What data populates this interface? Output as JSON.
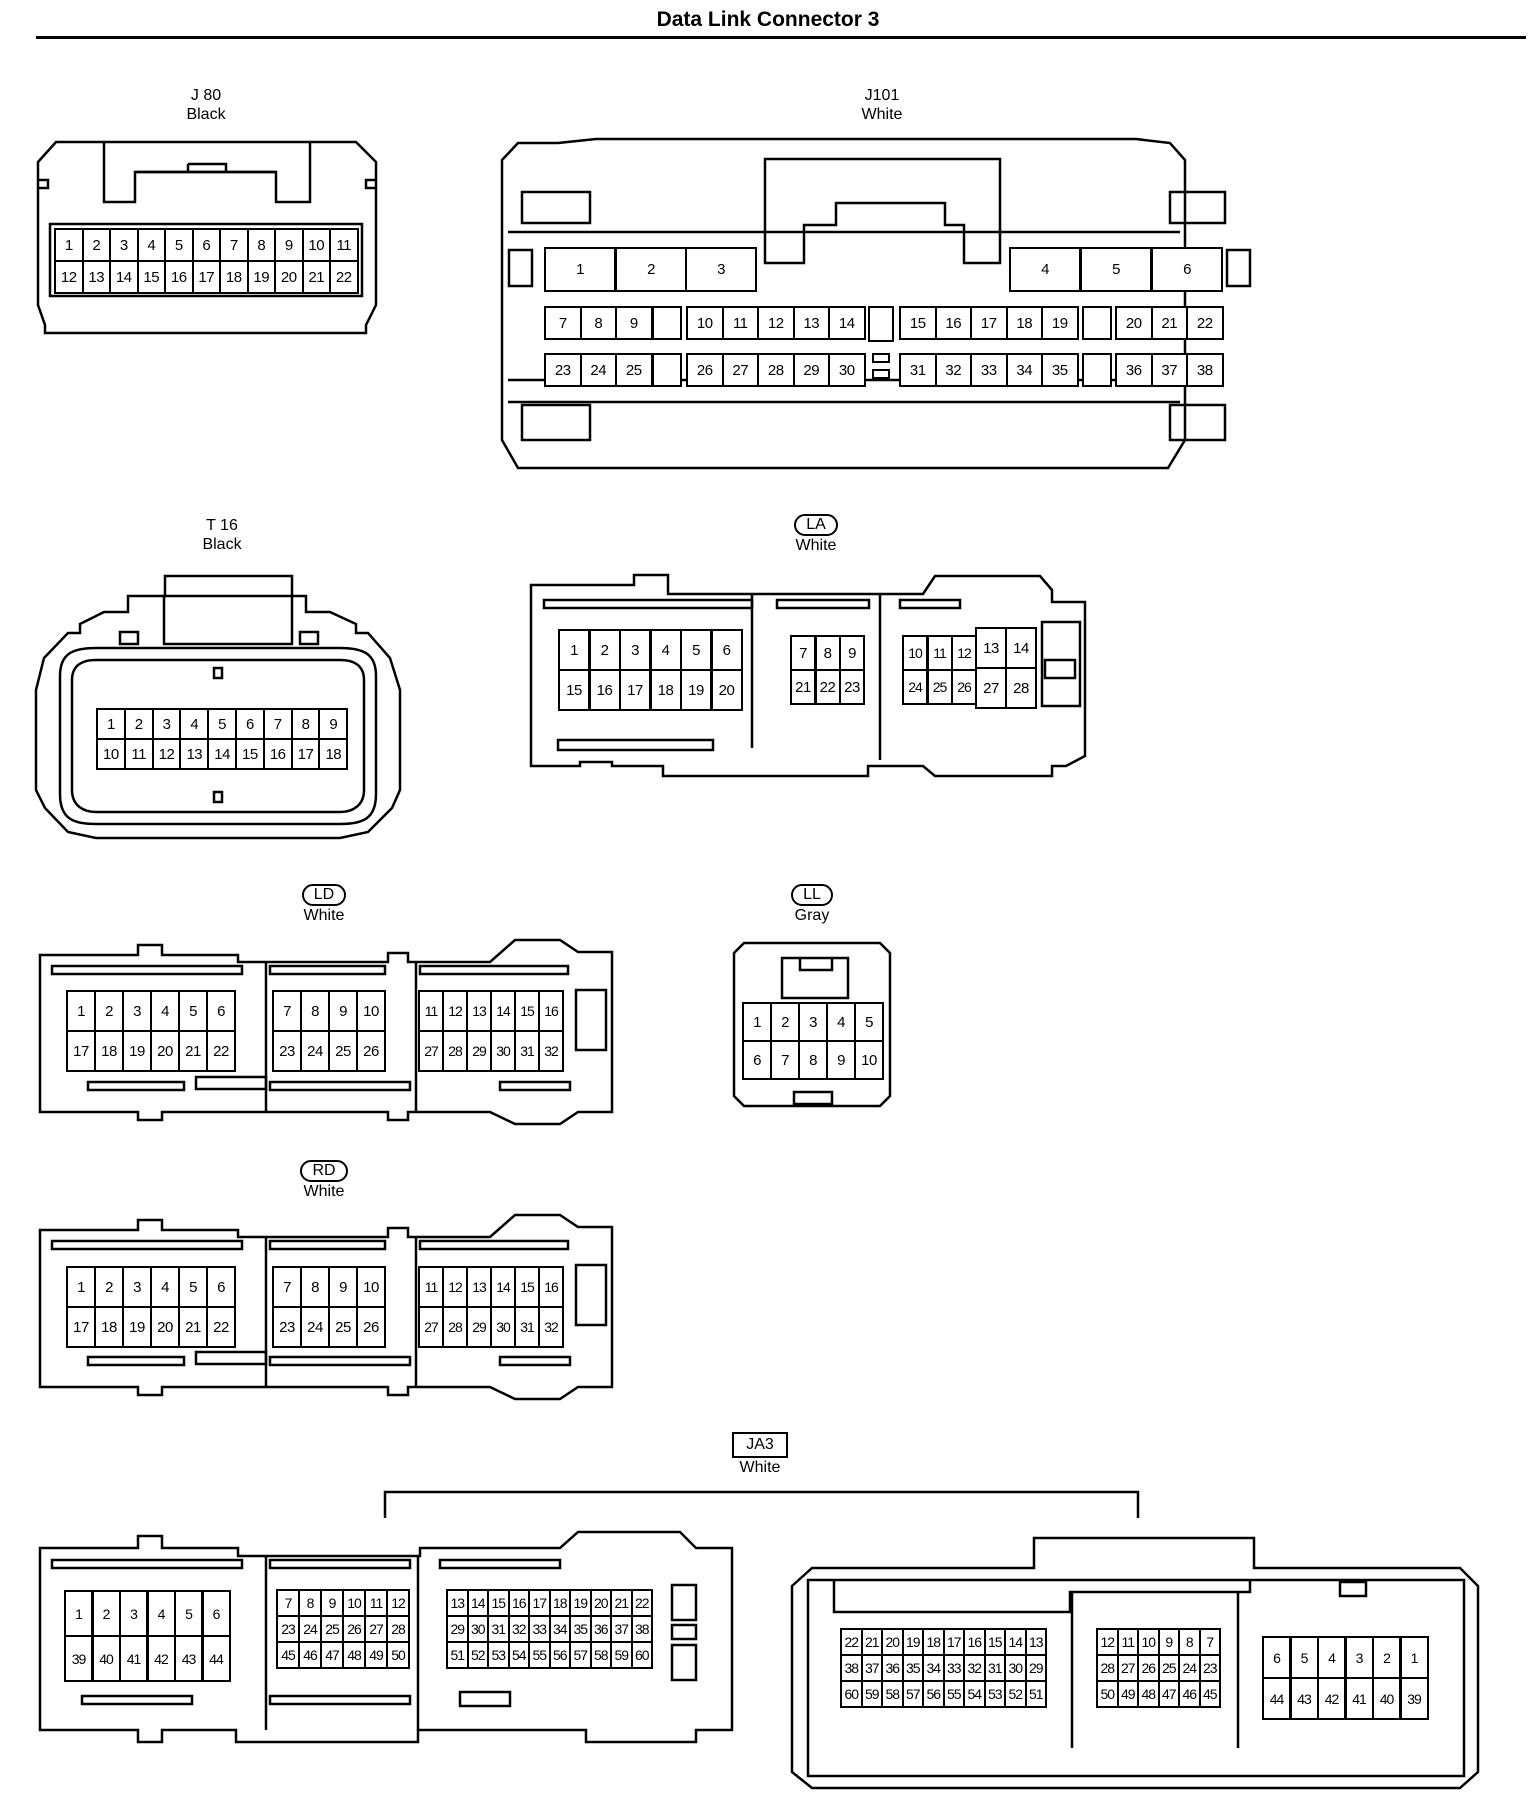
{
  "title": "Data Link Connector 3",
  "connectors": {
    "j80": {
      "code": "J 80",
      "color": "Black"
    },
    "j101": {
      "code": "J101",
      "color": "White"
    },
    "t16": {
      "code": "T 16",
      "color": "Black"
    },
    "la": {
      "code": "LA",
      "color": "White"
    },
    "ld": {
      "code": "LD",
      "color": "White"
    },
    "ll": {
      "code": "LL",
      "color": "Gray"
    },
    "rd": {
      "code": "RD",
      "color": "White"
    },
    "ja3": {
      "code": "JA3",
      "color": "White"
    }
  },
  "pins": {
    "j80": [
      "1",
      "2",
      "3",
      "4",
      "5",
      "6",
      "7",
      "8",
      "9",
      "10",
      "11",
      "12",
      "13",
      "14",
      "15",
      "16",
      "17",
      "18",
      "19",
      "20",
      "21",
      "22"
    ],
    "j101": [
      "1",
      "2",
      "3",
      "4",
      "5",
      "6",
      "7",
      "8",
      "9",
      "10",
      "11",
      "12",
      "13",
      "14",
      "15",
      "16",
      "17",
      "18",
      "19",
      "20",
      "21",
      "22",
      "23",
      "24",
      "25",
      "26",
      "27",
      "28",
      "29",
      "30",
      "31",
      "32",
      "33",
      "34",
      "35",
      "36",
      "37",
      "38"
    ],
    "t16": [
      "1",
      "2",
      "3",
      "4",
      "5",
      "6",
      "7",
      "8",
      "9",
      "10",
      "11",
      "12",
      "13",
      "14",
      "15",
      "16",
      "17",
      "18"
    ],
    "la": [
      "1",
      "2",
      "3",
      "4",
      "5",
      "6",
      "15",
      "16",
      "17",
      "18",
      "19",
      "20",
      "7",
      "8",
      "9",
      "21",
      "22",
      "23",
      "10",
      "11",
      "12",
      "24",
      "25",
      "26",
      "13",
      "14",
      "27",
      "28"
    ],
    "ld": [
      "1",
      "2",
      "3",
      "4",
      "5",
      "6",
      "17",
      "18",
      "19",
      "20",
      "21",
      "22",
      "7",
      "8",
      "9",
      "10",
      "23",
      "24",
      "25",
      "26",
      "11",
      "12",
      "13",
      "14",
      "15",
      "16",
      "27",
      "28",
      "29",
      "30",
      "31",
      "32"
    ],
    "ll": [
      "1",
      "2",
      "3",
      "4",
      "5",
      "6",
      "7",
      "8",
      "9",
      "10"
    ],
    "rd": [
      "1",
      "2",
      "3",
      "4",
      "5",
      "6",
      "17",
      "18",
      "19",
      "20",
      "21",
      "22",
      "7",
      "8",
      "9",
      "10",
      "23",
      "24",
      "25",
      "26",
      "11",
      "12",
      "13",
      "14",
      "15",
      "16",
      "27",
      "28",
      "29",
      "30",
      "31",
      "32"
    ],
    "ja3_left": [
      "1",
      "2",
      "3",
      "4",
      "5",
      "6",
      "39",
      "40",
      "41",
      "42",
      "43",
      "44",
      "7",
      "8",
      "9",
      "10",
      "11",
      "12",
      "23",
      "24",
      "25",
      "26",
      "27",
      "28",
      "45",
      "46",
      "47",
      "48",
      "49",
      "50",
      "13",
      "14",
      "15",
      "16",
      "17",
      "18",
      "19",
      "20",
      "21",
      "22",
      "29",
      "30",
      "31",
      "32",
      "33",
      "34",
      "35",
      "36",
      "37",
      "38",
      "51",
      "52",
      "53",
      "54",
      "55",
      "56",
      "57",
      "58",
      "59",
      "60"
    ],
    "ja3_right": [
      "22",
      "21",
      "20",
      "19",
      "18",
      "17",
      "16",
      "15",
      "14",
      "13",
      "38",
      "37",
      "36",
      "35",
      "34",
      "33",
      "32",
      "31",
      "30",
      "29",
      "60",
      "59",
      "58",
      "57",
      "56",
      "55",
      "54",
      "53",
      "52",
      "51",
      "12",
      "11",
      "10",
      "9",
      "8",
      "7",
      "28",
      "27",
      "26",
      "25",
      "24",
      "23",
      "50",
      "49",
      "48",
      "47",
      "46",
      "45",
      "6",
      "5",
      "4",
      "3",
      "2",
      "1",
      "44",
      "43",
      "42",
      "41",
      "40",
      "39"
    ]
  }
}
